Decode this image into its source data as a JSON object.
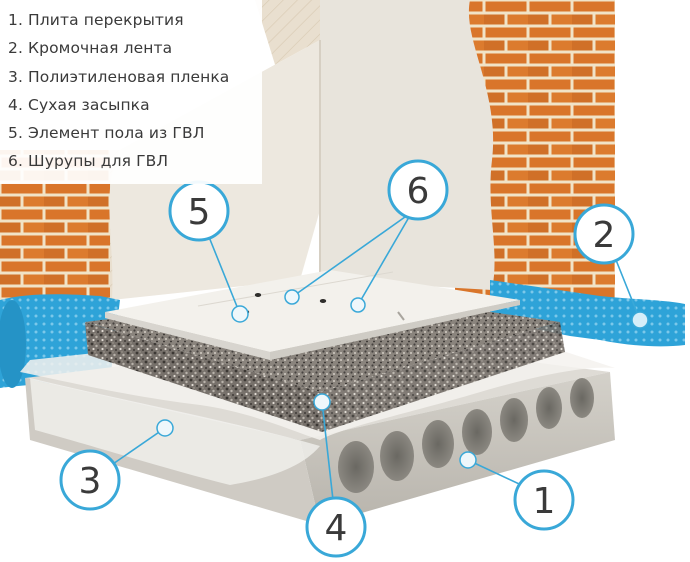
{
  "legend": {
    "items": [
      {
        "num": "1.",
        "text": "Плита перекрытия"
      },
      {
        "num": "2.",
        "text": "Кромочная лента"
      },
      {
        "num": "3.",
        "text": "Полиэтиленовая пленка"
      },
      {
        "num": "4.",
        "text": "Сухая засыпка"
      },
      {
        "num": "5.",
        "text": "Элемент пола из ГВЛ"
      },
      {
        "num": "6.",
        "text": "Шурупы для ГВЛ"
      }
    ]
  },
  "callouts": {
    "c1": "1",
    "c2": "2",
    "c3": "3",
    "c4": "4",
    "c5": "5",
    "c6": "6"
  },
  "colors": {
    "brick": "#d9752a",
    "mortar": "#f3e6cc",
    "plaster": "#ece5d8",
    "edge_tape": "#2ea3d8",
    "concrete": "#d9d7d2",
    "gravel": "#6f6a66",
    "gvl": "#f1efea",
    "line": "#39a8d8"
  }
}
